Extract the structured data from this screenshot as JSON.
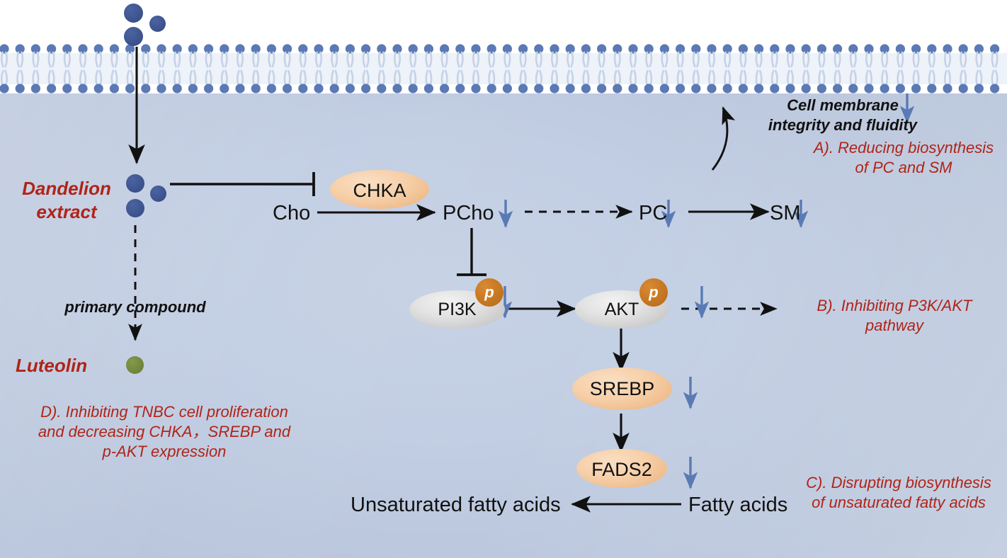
{
  "figure": {
    "kind": "biological-pathway-diagram",
    "background_color": "#bdc9de",
    "membrane_head_color": "#5b79b4",
    "accent_red": "#b02418",
    "accent_blue_arrow": "#5a7ab5",
    "blob_peach": "#f0c49b",
    "blob_gray": "#d8d8d8",
    "phospho_orange": "#c77a23",
    "particle_blue": "#3e5590",
    "luteolin_green": "#73873c"
  },
  "labels": {
    "dandelion_extract": "Dandelion\nextract",
    "dandelion_extract_line1": "Dandelion",
    "dandelion_extract_line2": "extract",
    "primary_compound": "primary compound",
    "luteolin": "Luteolin",
    "cell_membrane_line1": "Cell membrane",
    "cell_membrane_line2": "integrity and  fluidity"
  },
  "nodes": {
    "cho": "Cho",
    "chka": "CHKA",
    "pcho": "PCho",
    "pc": "PC",
    "sm": "SM",
    "pi3k": "PI3K",
    "akt": "AKT",
    "srebp": "SREBP",
    "fads2": "FADS2",
    "fatty_acids": "Fatty acids",
    "unsaturated_fatty_acids": "Unsaturated fatty acids",
    "phospho_badge": "p"
  },
  "annotations": [
    {
      "id": "A",
      "line1": "A). Reducing biosynthesis",
      "line2": "of PC and SM"
    },
    {
      "id": "B",
      "line1": "B). Inhibiting P3K/AKT",
      "line2": "pathway"
    },
    {
      "id": "C",
      "line1": "C). Disrupting biosynthesis",
      "line2": "of unsaturated fatty acids"
    },
    {
      "id": "D",
      "line1": "D). Inhibiting TNBC cell proliferation",
      "line2": "and decreasing CHKA，SREBP and",
      "line3": "p-AKT expression"
    }
  ],
  "chart_data": {
    "type": "diagram",
    "title": "Dandelion extract mechanism in TNBC lipid metabolism",
    "entities": [
      {
        "name": "Dandelion extract",
        "type": "stimulus",
        "shape": "particles",
        "color": "#3e5590"
      },
      {
        "name": "Luteolin",
        "type": "compound",
        "shape": "particle",
        "color": "#73873c"
      },
      {
        "name": "Cho",
        "type": "metabolite",
        "shape": "text"
      },
      {
        "name": "CHKA",
        "type": "enzyme",
        "shape": "ellipse",
        "color": "#f0c49b"
      },
      {
        "name": "PCho",
        "type": "metabolite",
        "shape": "text",
        "change": "down"
      },
      {
        "name": "PC",
        "type": "metabolite",
        "shape": "text",
        "change": "down"
      },
      {
        "name": "SM",
        "type": "metabolite",
        "shape": "text",
        "change": "down"
      },
      {
        "name": "PI3K",
        "type": "protein",
        "shape": "ellipse",
        "color": "#d8d8d8",
        "phosphorylated": true,
        "change": "down"
      },
      {
        "name": "AKT",
        "type": "protein",
        "shape": "ellipse",
        "color": "#d8d8d8",
        "phosphorylated": true,
        "change": "down"
      },
      {
        "name": "SREBP",
        "type": "transcription-factor",
        "shape": "ellipse",
        "color": "#f0c49b",
        "change": "down"
      },
      {
        "name": "FADS2",
        "type": "enzyme",
        "shape": "ellipse",
        "color": "#f0c49b",
        "change": "down"
      },
      {
        "name": "Fatty acids",
        "type": "metabolite",
        "shape": "text"
      },
      {
        "name": "Unsaturated fatty acids",
        "type": "metabolite",
        "shape": "text"
      }
    ],
    "edges": [
      {
        "from": "Dandelion extract",
        "to": "cytoplasm",
        "style": "solid-arrow",
        "meaning": "uptake across membrane"
      },
      {
        "from": "Dandelion extract",
        "to": "CHKA",
        "style": "solid-tbar",
        "meaning": "inhibition"
      },
      {
        "from": "Dandelion extract",
        "to": "Luteolin",
        "style": "dashed-arrow",
        "meaning": "primary compound"
      },
      {
        "from": "Cho",
        "to": "PCho",
        "style": "solid-arrow",
        "meaning": "catalyzed by CHKA"
      },
      {
        "from": "PCho",
        "to": "PC",
        "style": "dashed-arrow",
        "meaning": "multi-step conversion"
      },
      {
        "from": "PC",
        "to": "SM",
        "style": "solid-arrow",
        "meaning": "conversion"
      },
      {
        "from": "PCho",
        "to": "PI3K",
        "style": "solid-tbar",
        "meaning": "inhibition"
      },
      {
        "from": "PI3K",
        "to": "AKT",
        "style": "solid-arrow",
        "meaning": "activation"
      },
      {
        "from": "AKT",
        "to": "B annotation",
        "style": "dashed-arrow",
        "meaning": "outcome"
      },
      {
        "from": "AKT",
        "to": "SREBP",
        "style": "solid-arrow",
        "meaning": "activation"
      },
      {
        "from": "SREBP",
        "to": "FADS2",
        "style": "solid-arrow",
        "meaning": "activation"
      },
      {
        "from": "Fatty acids",
        "to": "Unsaturated fatty acids",
        "style": "solid-arrow",
        "meaning": "desaturation by FADS2"
      },
      {
        "from": "SM",
        "to": "Cell membrane integrity and fluidity",
        "style": "curved-arrow",
        "meaning": "outcome"
      }
    ],
    "down_arrows_on": [
      "PCho",
      "PC",
      "SM",
      "PI3K",
      "AKT",
      "SREBP",
      "FADS2"
    ],
    "outcomes": [
      "A). Reducing biosynthesis of PC and SM",
      "B). Inhibiting P3K/AKT pathway",
      "C). Disrupting biosynthesis of unsaturated fatty acids",
      "D). Inhibiting TNBC cell proliferation and decreasing CHKA，SREBP and p-AKT expression"
    ]
  }
}
